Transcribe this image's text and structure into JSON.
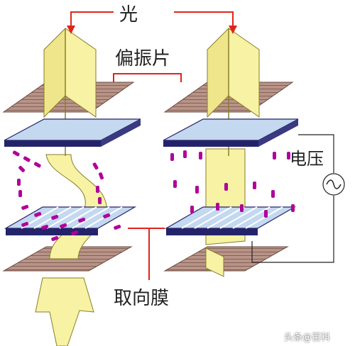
{
  "labels": {
    "light": "光",
    "polarizer": "偏振片",
    "voltage": "电压",
    "alignment_film": "取向膜"
  },
  "watermark": "头条@百科",
  "colors": {
    "light_beam": "#f7f2a4",
    "light_beam_edge": "#8a7e2a",
    "polarizer": "#a88278",
    "glass": "#c4d8f0",
    "glass_edge": "#24236a",
    "molecule": "#b0009a",
    "callout": "#e0241c",
    "circuit": "#222222"
  }
}
